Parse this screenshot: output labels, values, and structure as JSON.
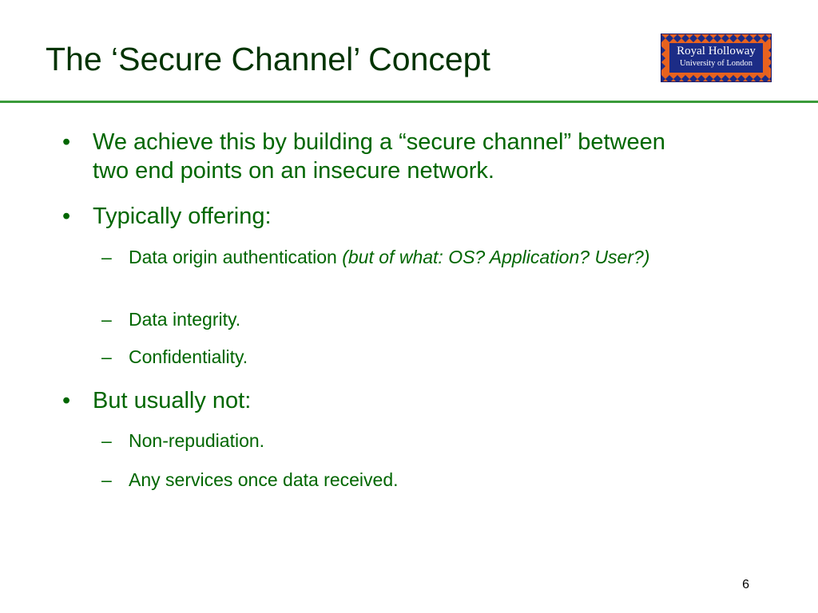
{
  "slide": {
    "title": "The ‘Secure Channel’ Concept",
    "page_number": "6",
    "colors": {
      "title": "#003300",
      "body": "#006600",
      "rule": "#3a9b3a",
      "logo_border": "#e8621e",
      "logo_panel": "#1c2c86",
      "logo_diamond": "#1c2c86"
    }
  },
  "logo": {
    "line1": "Royal Holloway",
    "line2": "University of London"
  },
  "bullets": [
    {
      "text": "We achieve this by building a “secure channel” between two end points on an insecure network.",
      "subitems": []
    },
    {
      "text": "Typically offering:",
      "subitems": [
        {
          "text": "Data origin authentication ",
          "note": "(but of what: OS? Application? User?)"
        },
        {
          "text": "Data integrity."
        },
        {
          "text": "Confidentiality."
        }
      ]
    },
    {
      "text": "But usually not:",
      "subitems": [
        {
          "text": "Non-repudiation."
        },
        {
          "text": "Any services once data received."
        }
      ]
    }
  ],
  "symbols": {
    "bullet": "•",
    "dash": "–"
  }
}
